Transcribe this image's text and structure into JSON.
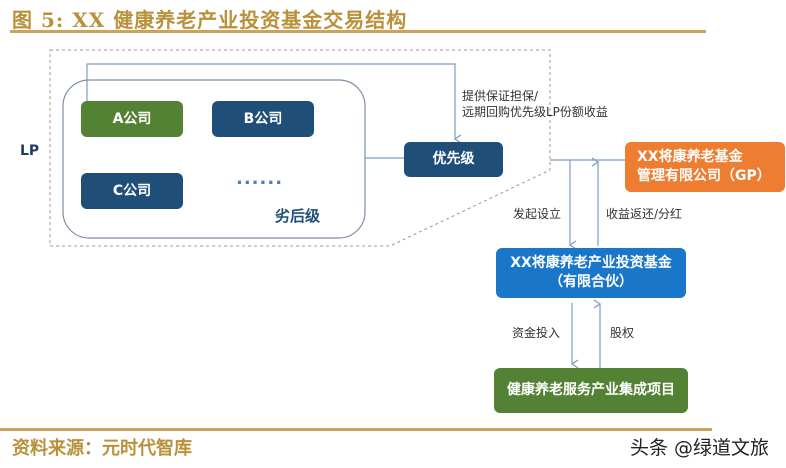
{
  "title": "图 5: XX 健康养老产业投资基金交易结构",
  "lp_label": "LP",
  "companies": {
    "a": "A公司",
    "b": "B公司",
    "c": "C公司",
    "ellipsis": "......"
  },
  "junior_label": "劣后级",
  "senior_label": "优先级",
  "guarantee_label": {
    "line1": "提供保证担保/",
    "line2": "远期回购优先级LP份额收益"
  },
  "gp": {
    "line1": "XX将康养老基金",
    "line2": "管理有限公司（GP）"
  },
  "fund": {
    "line1": "XX将康养老产业投资基金",
    "line2": "（有限合伙）"
  },
  "project": "健康养老服务产业集成项目",
  "flows": {
    "initiate": "发起设立",
    "returns": "收益返还/分红",
    "capital": "资金投入",
    "equity": "股权"
  },
  "source": "资料来源：元时代智库",
  "watermark": "头条 @绿道文旅",
  "colors": {
    "navy": "#1f4e79",
    "green": "#548235",
    "orange": "#ed7d31",
    "blue": "#1a76c9",
    "gold": "#c9a45a"
  }
}
